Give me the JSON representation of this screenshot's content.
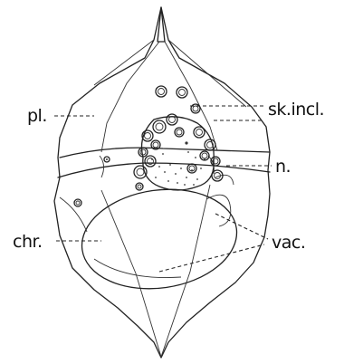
{
  "labels": {
    "pl": "pl.",
    "sk_incl": "sk.incl.",
    "n": "n.",
    "chr": "chr.",
    "vac": "vac."
  },
  "colors": {
    "ink": "#222222",
    "background": "#ffffff"
  }
}
